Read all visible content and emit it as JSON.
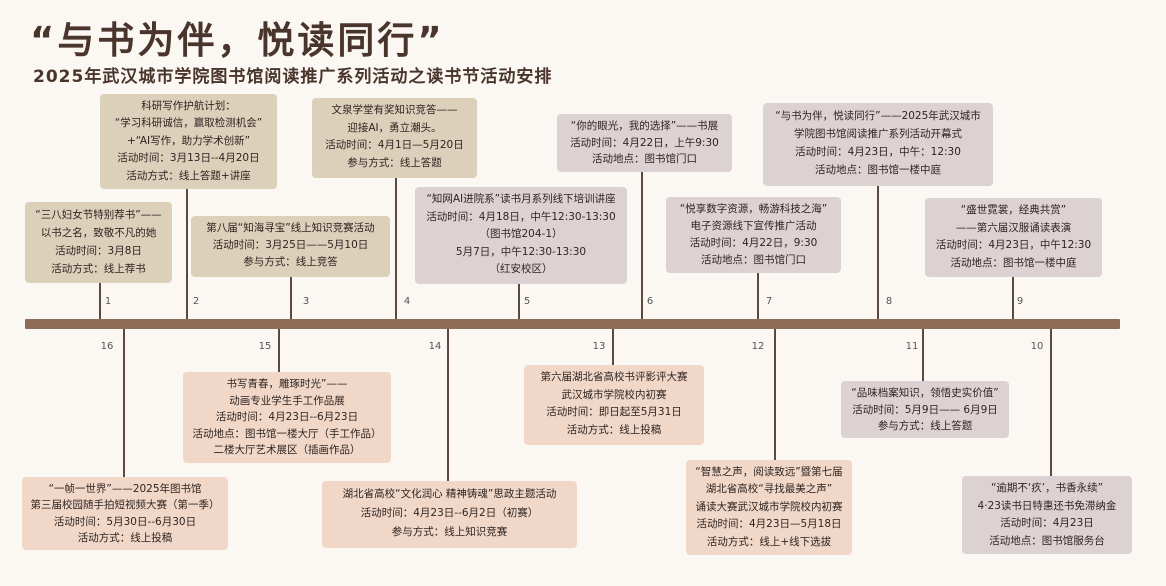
{
  "header": {
    "title": "“与书为伴，悦读同行”",
    "subtitle": "2025年武汉城市学院图书馆阅读推广系列活动之读书节活动安排"
  },
  "timeline": {
    "upper_numbers": [
      "1",
      "2",
      "3",
      "4",
      "5",
      "6",
      "7",
      "8",
      "9"
    ],
    "lower_numbers": [
      "16",
      "15",
      "14",
      "13",
      "12",
      "11",
      "10"
    ]
  },
  "events": {
    "e1": {
      "lines": [
        "“三八妇女节特别荐书”——",
        "以书之名，致敬不凡的她",
        "活动时间：3月8日",
        "活动方式：线上荐书"
      ]
    },
    "e2": {
      "lines": [
        "科研写作护航计划：",
        "“学习科研诚信，赢取检测机会”",
        "+“AI写作，助力学术创新”",
        "活动时间：3月13日--4月20日",
        "活动方式：线上答题+讲座"
      ]
    },
    "e3": {
      "lines": [
        "第八届“知海寻宝”线上知识竞赛活动",
        "活动时间：3月25日——5月10日",
        "参与方式：线上竞答"
      ]
    },
    "e4": {
      "lines": [
        "文泉学堂有奖知识竞答——",
        "迎接AI，勇立潮头。",
        "活动时间：4月1日—5月20日",
        "参与方式：线上答题"
      ]
    },
    "e5": {
      "lines": [
        "“知网AI进院系”读书月系列线下培训讲座",
        "活动时间：4月18日，中午12:30-13:30",
        "（图书馆204-1）",
        "5月7日，中午12:30-13:30",
        "（红安校区）"
      ]
    },
    "e6": {
      "lines": [
        "“你的眼光，我的选择”——书展",
        "活动时间：4月22日，上午9:30",
        "活动地点：图书馆门口"
      ]
    },
    "e7": {
      "lines": [
        "“悦享数字资源，畅游科技之海”",
        "电子资源线下宣传推广活动",
        "活动时间：4月22日，9:30",
        "活动地点：图书馆门口"
      ]
    },
    "e8": {
      "lines": [
        "“与书为伴，悦读同行”——2025年武汉城市",
        "学院图书馆阅读推广系列活动开幕式",
        "活动时间：4月23日，中午：12:30",
        "活动地点：图书馆一楼中庭"
      ]
    },
    "e9": {
      "lines": [
        "“盛世霓裳，经典共赏”",
        "——第六届汉服诵读表演",
        "活动时间：4月23日，中午12:30",
        "活动地点：图书馆一楼中庭"
      ]
    },
    "e10": {
      "lines": [
        "“逾期不‘疚’，书香永续”",
        "4·23读书日特惠还书免滞纳金",
        "活动时间：4月23日",
        "活动地点：图书馆服务台"
      ]
    },
    "e11": {
      "lines": [
        "“品味档案知识，领悟史实价值”",
        "活动时间：5月9日—— 6月9日",
        "参与方式：线上答题"
      ]
    },
    "e12": {
      "lines": [
        "“智慧之声，阅读致远”暨第七届",
        "湖北省高校“寻找最美之声”",
        "诵读大赛武汉城市学院校内初赛",
        "活动时间：4月23日—5月18日",
        "活动方式：线上+线下选拔"
      ]
    },
    "e13": {
      "lines": [
        "第六届湖北省高校书评影评大赛",
        "武汉城市学院校内初赛",
        "活动时间：即日起至5月31日",
        "活动方式：线上投稿"
      ]
    },
    "e14": {
      "lines": [
        "湖北省高校“文化润心 精神铸魂”思政主题活动",
        "活动时间：4月23日--6月2日（初赛）",
        "参与方式：线上知识竞赛"
      ]
    },
    "e15": {
      "lines": [
        "书写青春，雕琢时光”——",
        "动画专业学生手工作品展",
        "活动时间：4月23日--6月23日",
        "活动地点：图书馆一楼大厅（手工作品）",
        "二楼大厅艺术展区（插画作品）"
      ]
    },
    "e16": {
      "lines": [
        "“一帧一世界”——2025年图书馆",
        "第三届校园随手拍短视频大赛（第一季）",
        "活动时间：5月30日--6月30日",
        "活动方式：线上投稿"
      ]
    }
  }
}
